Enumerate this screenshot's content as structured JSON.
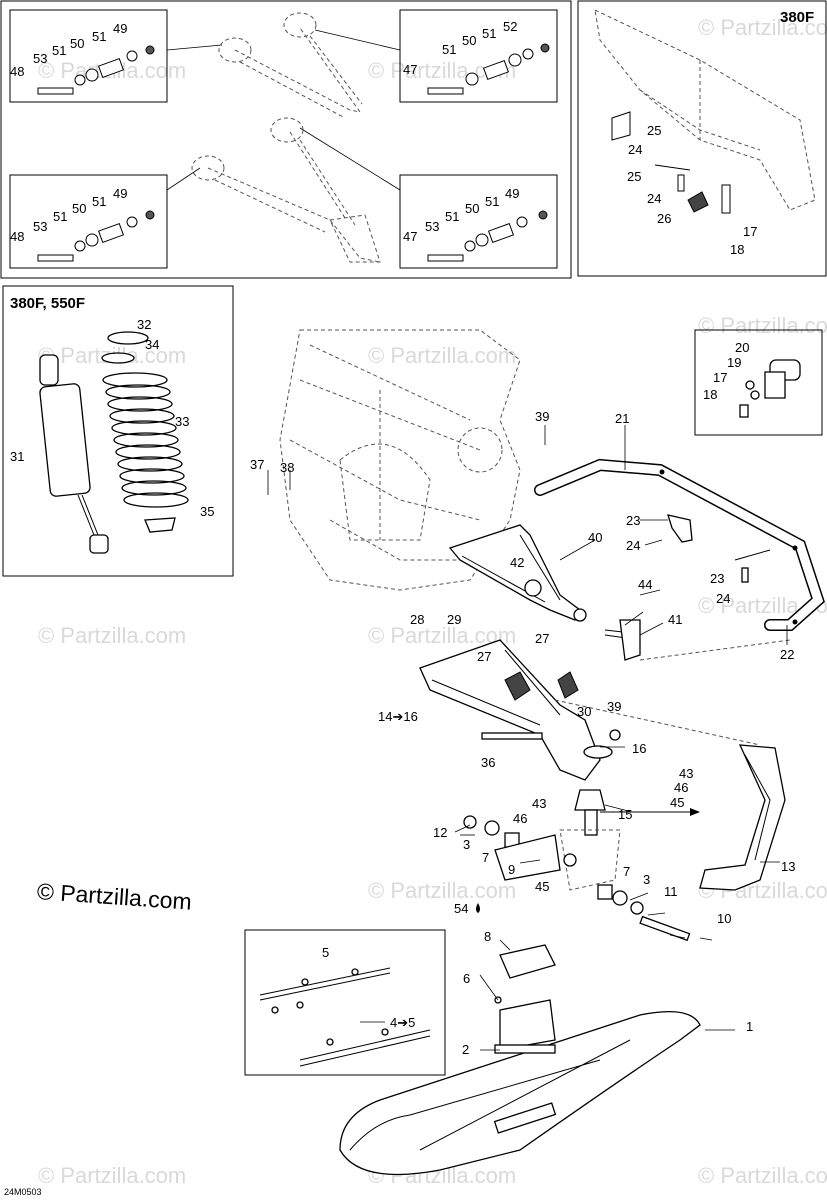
{
  "watermark": "© Partzilla.com",
  "copyright": "© Partzilla.com",
  "diagram_ref": "24M0503",
  "panel_titles": {
    "right_panel": "380F",
    "shock_panel": "380F, 550F"
  },
  "labels": {
    "p49a": "49",
    "p50a": "50",
    "p51a": "51",
    "p51b": "51",
    "p53a": "53",
    "p48a": "48",
    "p52b": "52",
    "p51c": "51",
    "p50b": "50",
    "p51d": "51",
    "p47a": "47",
    "p49c": "49",
    "p51e": "51",
    "p50c": "50",
    "p51f": "51",
    "p53c": "53",
    "p48c": "48",
    "p49d": "49",
    "p51g": "51",
    "p50d": "50",
    "p51h": "51",
    "p53d": "53",
    "p47d": "47",
    "p25a": "25",
    "p24a": "24",
    "p25b": "25",
    "p24b": "24",
    "p26": "26",
    "p17a": "17",
    "p18a": "18",
    "p32": "32",
    "p34": "34",
    "p33": "33",
    "p31": "31",
    "p35": "35",
    "p20": "20",
    "p19": "19",
    "p17b": "17",
    "p18b": "18",
    "p21": "21",
    "p39a": "39",
    "p37": "37",
    "p38": "38",
    "p40": "40",
    "p42": "42",
    "p23a": "23",
    "p24c": "24",
    "p23b": "23",
    "p24d": "24",
    "p44": "44",
    "p41": "41",
    "p22": "22",
    "p28": "28",
    "p29": "29",
    "p27a": "27",
    "p27b": "27",
    "p30": "30",
    "p14": "14➔16",
    "p39b": "39",
    "p16": "16",
    "p36": "36",
    "p15": "15",
    "p43a": "43",
    "p46a": "46",
    "p45a": "45",
    "p13": "13",
    "p12": "12",
    "p3a": "3",
    "p7a": "7",
    "p9": "9",
    "p43b": "43",
    "p46b": "46",
    "p45b": "45",
    "p54": "54",
    "p7b": "7",
    "p3b": "3",
    "p11": "11",
    "p10": "10",
    "p8": "8",
    "p5": "5",
    "p6": "6",
    "p4": "4➔5",
    "p2": "2",
    "p1": "1"
  }
}
